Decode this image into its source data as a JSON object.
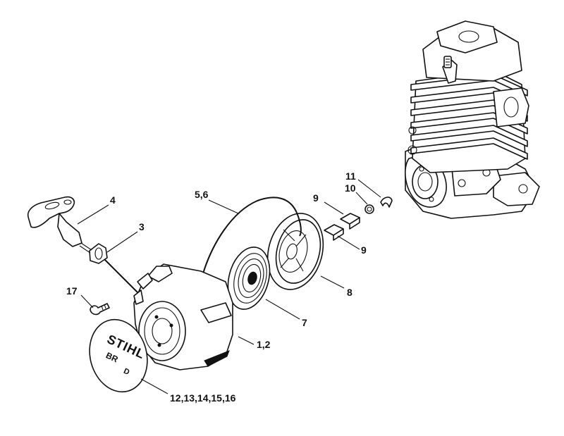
{
  "callouts": {
    "c1_2": "1,2",
    "c3": "3",
    "c4": "4",
    "c5_6": "5,6",
    "c7": "7",
    "c8": "8",
    "c9a": "9",
    "c9b": "9",
    "c10": "10",
    "c11": "11",
    "c17": "17",
    "c12_16": "12,13,14,15,16"
  },
  "decal": {
    "brand": "STIHL",
    "model": "BR",
    "suffix": "D"
  }
}
